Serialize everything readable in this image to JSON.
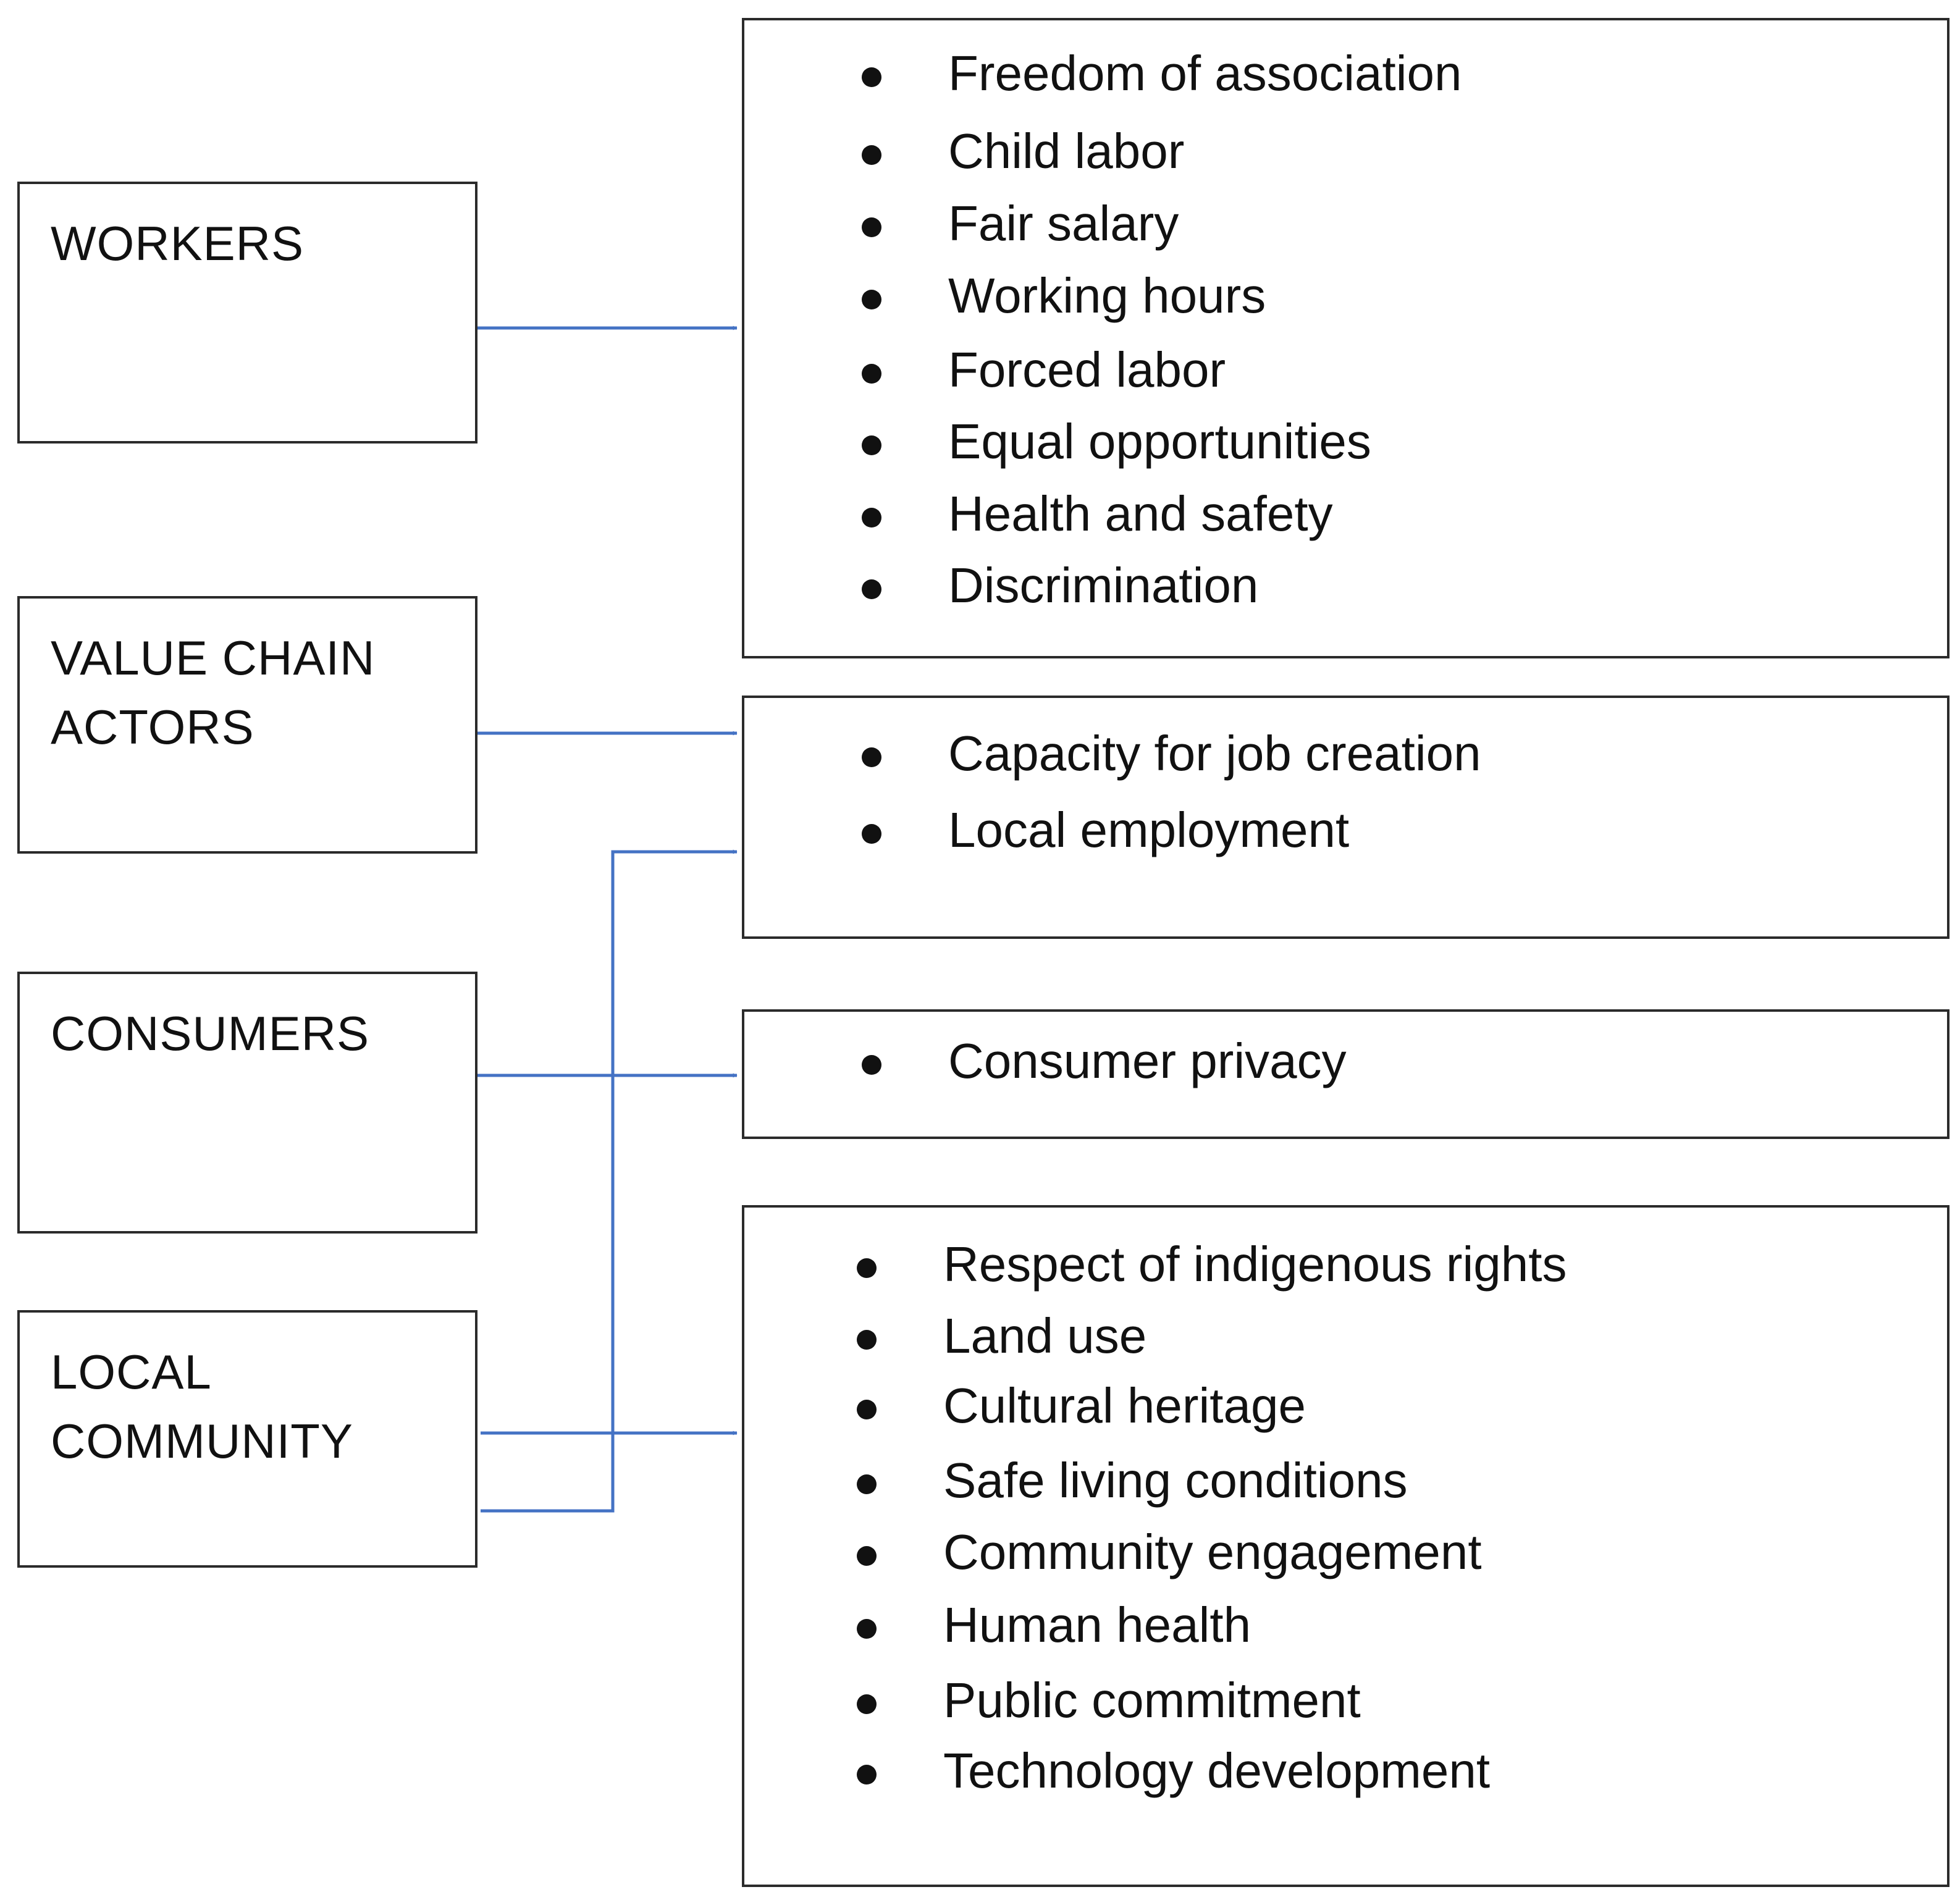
{
  "colors": {
    "connector": "#4472C4",
    "border": "#2b2b2b",
    "text": "#111111"
  },
  "stakeholders": [
    {
      "id": "workers",
      "label": "WORKERS"
    },
    {
      "id": "value-chain-actors",
      "label": "VALUE CHAIN\nACTORS"
    },
    {
      "id": "consumers",
      "label": "CONSUMERS"
    },
    {
      "id": "local-community",
      "label": "LOCAL\nCOMMUNITY"
    }
  ],
  "categories": [
    {
      "id": "workers",
      "items": [
        "Freedom of association",
        "Child labor",
        "Fair salary",
        "Working hours",
        "Forced labor",
        "Equal opportunities",
        "Health and safety",
        "Discrimination"
      ]
    },
    {
      "id": "employment",
      "items": [
        "Capacity for job creation",
        "Local employment"
      ]
    },
    {
      "id": "consumers",
      "items": [
        "Consumer privacy"
      ]
    },
    {
      "id": "community",
      "items": [
        "Respect of indigenous rights",
        "Land use",
        "Cultural heritage",
        "Safe living conditions",
        "Community engagement",
        "Human health",
        "Public commitment",
        "Technology development"
      ]
    }
  ],
  "connections": [
    {
      "from": "workers",
      "to": "workers"
    },
    {
      "from": "value-chain-actors",
      "to": "employment"
    },
    {
      "from": "local-community",
      "to": "employment"
    },
    {
      "from": "consumers",
      "to": "consumers"
    },
    {
      "from": "local-community",
      "to": "community"
    }
  ]
}
